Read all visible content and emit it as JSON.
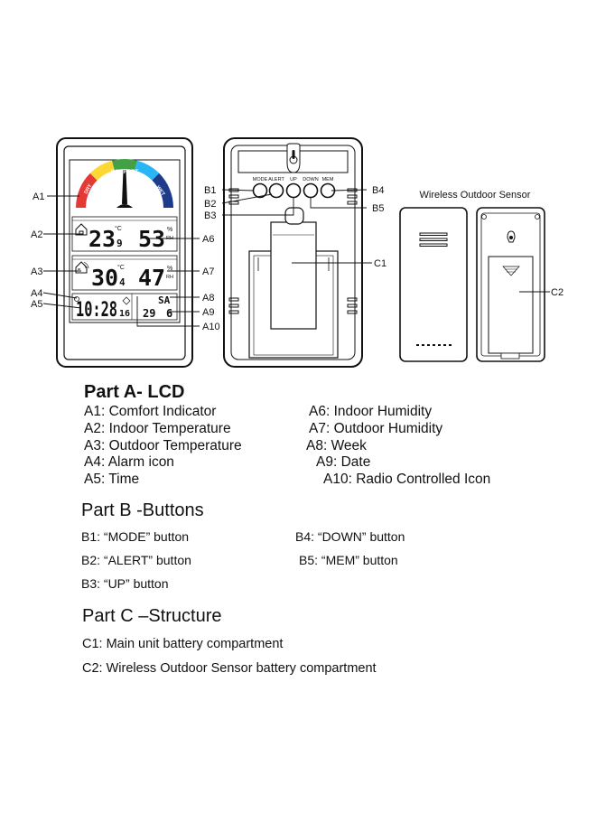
{
  "labels": {
    "A1": "A1",
    "A2": "A2",
    "A3": "A3",
    "A4": "A4",
    "A5": "A5",
    "A6": "A6",
    "A7": "A7",
    "A8": "A8",
    "A9": "A9",
    "A10": "A10",
    "B1": "B1",
    "B2": "B2",
    "B3": "B3",
    "B4": "B4",
    "B5": "B5",
    "C1": "C1",
    "C2": "C2"
  },
  "lcd": {
    "comfort": "COMFORT",
    "dry": "DRY",
    "wet": "WET",
    "indoor_temp": "23",
    "indoor_temp_dec": "9",
    "indoor_temp_unit": "°C",
    "indoor_hum": "53",
    "indoor_hum_unit": "%",
    "indoor_hum_rh": "RH",
    "outdoor_temp": "30",
    "outdoor_temp_dec": "4",
    "outdoor_temp_unit": "°C",
    "outdoor_hum": "47",
    "outdoor_hum_unit": "%",
    "outdoor_hum_rh": "RH",
    "time": "10:28",
    "seconds": "16",
    "week": "SA",
    "date_day": "29",
    "date_month": "6"
  },
  "back_buttons": [
    "MODE",
    "ALERT",
    "UP",
    "DOWN",
    "MEM"
  ],
  "sensor_title": "Wireless Outdoor Sensor",
  "part_a": {
    "title": "Part A- LCD",
    "left": [
      "A1: Comfort Indicator",
      "A2: Indoor Temperature",
      "A3: Outdoor Temperature",
      "A4: Alarm icon",
      "A5: Time"
    ],
    "right": [
      "A6: Indoor Humidity",
      "A7: Outdoor Humidity",
      "A8: Week",
      "A9: Date",
      "A10: Radio Controlled Icon"
    ]
  },
  "part_b": {
    "title": "Part B -Buttons",
    "b1": "B1: “MODE” button",
    "b2": "B2: “ALERT” button",
    "b3": "B3: “UP” button",
    "b4": "B4: “DOWN” button",
    "b5": "B5: “MEM” button"
  },
  "part_c": {
    "title": "Part C –Structure",
    "c1": "C1: Main unit battery compartment",
    "c2": "C2: Wireless Outdoor Sensor battery compartment"
  },
  "colors": {
    "arc": [
      "#e53935",
      "#fdd835",
      "#43a047",
      "#29b6f6",
      "#1e3a8a"
    ],
    "line": "#111111"
  }
}
